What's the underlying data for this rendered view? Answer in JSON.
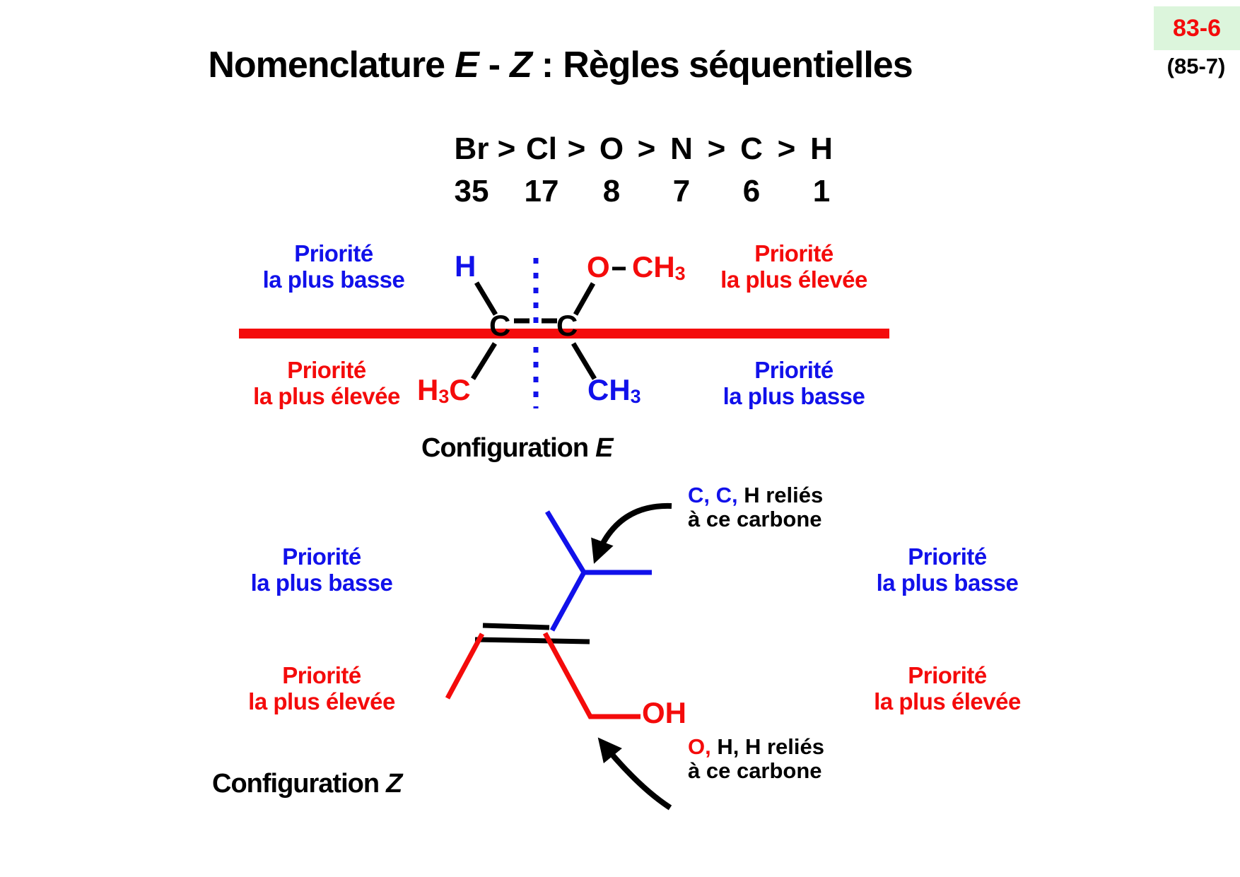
{
  "slide": {
    "badge_code": "83-6",
    "badge_ref": "(85-7)",
    "background": "#ffffff",
    "accent_red": "#f40b0b",
    "accent_blue": "#1111ea",
    "badge_bg": "#dcf5dc"
  },
  "title": {
    "p1": "Nomenclature",
    "p2": "E",
    "p3": "-",
    "p4": "Z",
    "p5": ":",
    "p6": "Règles séquentielles"
  },
  "priority_scale": {
    "separator": ">",
    "elements": [
      "Br",
      "Cl",
      "O",
      "N",
      "C",
      "H"
    ],
    "atomic_numbers": [
      "35",
      "17",
      "8",
      "7",
      "6",
      "1"
    ]
  },
  "shared": {
    "priority": "Priorité",
    "lowest": "la plus basse",
    "highest": "la plus élevée"
  },
  "config_e": {
    "caption_prefix": "Configuration",
    "caption_letter": "E",
    "h": "H",
    "o": "O",
    "och3_main": "CH",
    "och3_sub": "3",
    "c_left": "C",
    "c_right": "C",
    "h3c_h": "H",
    "h3c_sub": "3",
    "h3c_c": "C",
    "ch3_main": "CH",
    "ch3_sub": "3"
  },
  "config_z": {
    "caption_prefix": "Configuration",
    "caption_letter": "Z",
    "oh": "OH",
    "annot_top_colored": "C, C,",
    "annot_top_rest": " H reliés",
    "annot_top_line2": "à ce carbone",
    "annot_bottom_colored": "O,",
    "annot_bottom_rest": " H, H reliés",
    "annot_bottom_line2": "à ce carbone"
  }
}
